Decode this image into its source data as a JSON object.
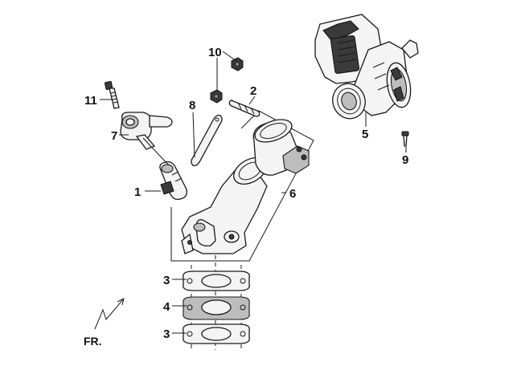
{
  "callouts": {
    "c1": "1",
    "c2": "2",
    "c3a": "3",
    "c3b": "3",
    "c4": "4",
    "c5": "5",
    "c6": "6",
    "c7": "7",
    "c8": "8",
    "c9": "9",
    "c10": "10",
    "c11": "11"
  },
  "direction": {
    "front_label": "FR."
  }
}
